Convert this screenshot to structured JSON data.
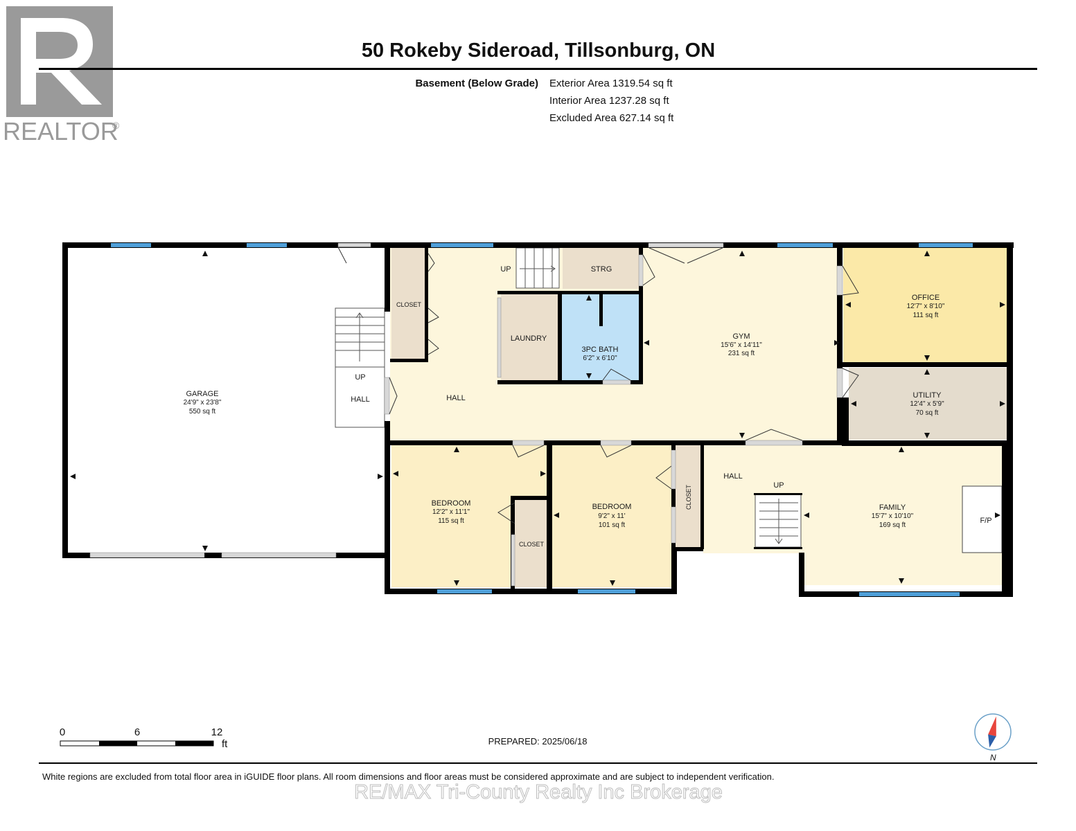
{
  "header": {
    "title": "50 Rokeby Sideroad, Tillsonburg, ON",
    "floor_label": "Basement (Below Grade)",
    "exterior_area": "Exterior Area 1319.54 sq ft",
    "interior_area": "Interior Area 1237.28 sq ft",
    "excluded_area": "Excluded Area 627.14 sq ft"
  },
  "logo": {
    "text": "REALTOR",
    "registered": "®"
  },
  "rooms": {
    "garage": {
      "name": "GARAGE",
      "dims": "24'9\" x 23'8\"",
      "area": "550 sq ft"
    },
    "gym": {
      "name": "GYM",
      "dims": "15'6\" x 14'11\"",
      "area": "231 sq ft"
    },
    "office": {
      "name": "OFFICE",
      "dims": "12'7\" x 8'10\"",
      "area": "111 sq ft"
    },
    "utility": {
      "name": "UTILITY",
      "dims": "12'4\" x 5'9\"",
      "area": "70 sq ft"
    },
    "bath": {
      "name": "3PC BATH",
      "dims": "6'2\" x 6'10\""
    },
    "laundry": {
      "name": "LAUNDRY"
    },
    "strg": {
      "name": "STRG"
    },
    "closet_hall": {
      "name": "CLOSET"
    },
    "hall_main": {
      "name": "HALL"
    },
    "hall_left": {
      "name": "HALL",
      "up": "UP"
    },
    "hall_right": {
      "name": "HALL",
      "up": "UP"
    },
    "stairs_top": {
      "up": "UP"
    },
    "bedroom1": {
      "name": "BEDROOM",
      "dims": "12'2\" x 11'1\"",
      "area": "115 sq ft",
      "closet": "CLOSET"
    },
    "bedroom2": {
      "name": "BEDROOM",
      "dims": "9'2\" x 11'",
      "area": "101 sq ft",
      "closet": "CLOSET"
    },
    "family": {
      "name": "FAMILY",
      "dims": "15'7\" x 10'10\"",
      "area": "169 sq ft",
      "fireplace": "F/P"
    }
  },
  "scale_bar": {
    "labels": [
      "0",
      "6",
      "12"
    ],
    "unit": "ft"
  },
  "prepared": "PREPARED: 2025/06/18",
  "compass": {
    "label": "N"
  },
  "footer": {
    "disclaimer": "White regions are excluded from total floor area in iGUIDE floor plans. All room dimensions and floor areas must be considered approximate and are subject to independent verification.",
    "watermark": "RE/MAX Tri-County Realty Inc Brokerage"
  },
  "colors": {
    "hall": "#fdf6dc",
    "bedroom": "#fcefc6",
    "office": "#fbe9a8",
    "closet": "#ebdfcc",
    "utility": "#e4dccd",
    "bath": "#bfe1f7",
    "window": "#4f9fd8"
  }
}
